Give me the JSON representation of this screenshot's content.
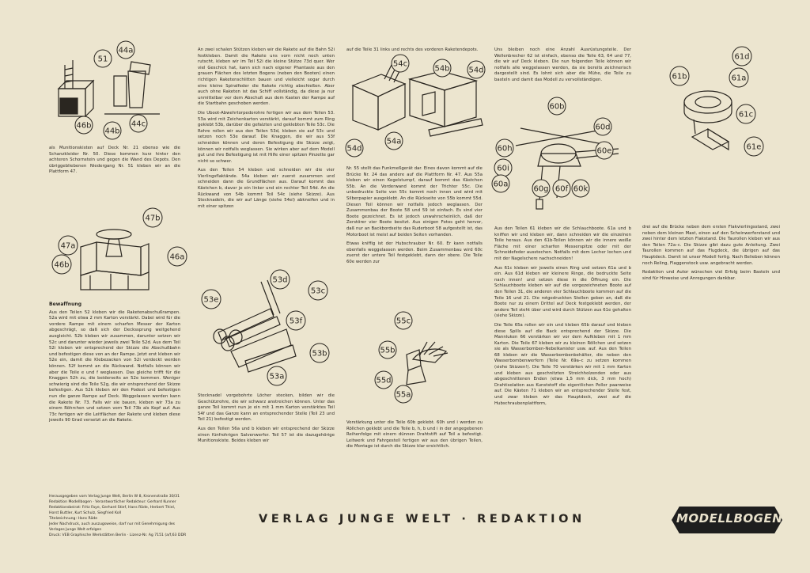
{
  "columns": {
    "c1a": [
      "als Munitionskisten auf Deck Nr. 21 ebenso wie die Schanzkleider Nr. 50. Diese kommen kurz hinter den achteren Schornstein und gegen die Wand des Depots. Den übriggebliebenen Niedergang Nr. 51 kleben wir an die Plattform 47."
    ],
    "c1b_heading": "Bewaffnung",
    "c1b": [
      "Aus den Teilen 52 kleben wir die Raketenabschußrampen. 52a wird mit etwa 2 mm Karton verstärkt. Dabei wird für die vordere Rampe mit einem scharfen Messer der Karton abgeschrägt, so daß sich der Deckssprung weitgehend ausgleicht. 52b kleben wir zusammen, darunter setzen wir 52c und darunter wieder jeweils zwei Teile 52d. Aus dem Teil 52i kleben wir entsprechend der Skizze die Abschußbahn und befestigen diese von an der Rampe. Jetzt erst kleben wir 52e ein, damit die Klebezacken von 52i verdeckt werden können. 52f kommt an die Rückwand. Notfalls können wir aber die Teile e und f weglassen. Das gleiche trifft für die Knaggen 52h zu, die beiderseits an 52e kommen. Weniger schwierig sind die Teile 52g, die wir entsprechend der Skizze befestigen. Aus 52k kleben wir den Podest und befestigen nun die ganze Rampe auf Deck. Weggelassen werden kann die Rakete Nr. 73. Falls wir sie bauen, kleben wir 73a zu einem Röhrchen und setzen vorn Teil 73b als Kopf auf. Aus 73c fertigen wir die Leitflächen der Rakete und kleben diese jeweils 90 Grad versetzt an die Rakete."
    ],
    "c2a": [
      "An zwei schalen Stützen kleben wir die Rakete auf die Bahn 52i festkleben. Damit die Rakete uns vorn nicht noch unten rutscht, kleben wir im Teil 52i die kleine Stütze 73d quer. Wer viel Geschick hat, kann sich nach eigener Phantasie aus den grauen Flächen des letzten Bogens (neben den Booten) einen richtigen Raketenschlitten bauen und vielleicht sogar durch eine kleine Spiralfeder die Rakete richtig abschießen. Aber auch ohne Raketen ist das Schiff vollständig, da diese ja nur unmittelbar vor dem Abschuß aus dem Kasten der Rampe auf die Startbahn geschoben werden.",
      "Die Uboot-Abwehrtorpedorohre fertigen wir aus dem Teilen 53. 53a wird mit Zeichenkarton verstärkt, darauf kommt zum Ring geklebt 53b, darüber die gefalzten und geklebten Teile 53c. Die Rohre rollen wir aus den Teilen 53d, kleben sie auf 53c und setzen noch 53e darauf. Die Knaggen, die wir aus 53f schneiden können und deren Befestigung die Skizze zeigt, können wir notfalls weglassen. Sie wirken aber auf dem Modell gut und ihre Befestigung ist mit Hilfe einer spitzen Pinzette gar nicht so schwer.",
      "Aus den Teilen 54 kleben und schneiden wir die vier Vierlingsflaktände. 54a kleben wir zuerst zusammen und schneiden dann die Grundflächen aus. Darauf kommt das Kästchen b, davor je ein linker und ein rechter Teil 54d. An die Rückwand von 54b kommt Teil 54c (siehe Skizze). Aus Stecknadeln, die wir auf Länge (siehe 54el) abkneifen und in mit einer spitzen"
    ],
    "c2b": [
      "Stecknadel vorgebohrte Löcher stecken, bilden wir die Geschützrohre, die wir schwarz anstreichen können. Unter das ganze Teil kommt nun je ein mit 1 mm Karton verstärktes Teil 54f und das Ganze kann an entsprechender Stelle (Teil 23 und Teil 21) befestigt werden.",
      "Aus den Teilen 56a und b kleben wir entsprechend der Skizze einen fünfrohrigen Salvenwerfer. Teil 57 ist die dazugehörige Munitionskiste. Beides kleben wir"
    ],
    "c3a": [
      "auf die Teile 31 links und rechts des vorderen Raketendepots."
    ],
    "c3b": [
      "Nr. 55 stellt das Funkmeßgerät dar. Eines davon kommt auf die Brücke Nr. 24 das andere auf die Plattform Nr. 47. Aus 55a kleben wir einen Kegelstumpf, darauf kommt das Kästchen 55b. An die Vorderwand kommt der Trichter 55c. Die unbedruckte Seite von 55c kommt noch innen und wird mit Silberpapier ausgeklebt. An die Rückseite von 55b kommt 55d. Diesen Teil können wir notfalls jedoch weglassen. Der Zusammenbau der Boote 58 und 59 ist einfach. Es sind vier Boote gezeichnet. Es ist jedoch unwahrscheinlich, daß der Zerstörer vier Boote besitzt. Aus einigen Fotos geht hervor, daß nur an Backbordseite das Ruderboot 58 aufgestellt ist, das Motorboot ist meist auf beiden Seiten vorhanden.",
      "Etwas kniffig ist der Hubschrauber Nr. 60. Er kann notfalls ebenfalls weggelassen werden. Beim Zusammenbau wird 60c zuerst der untere Teil festgeklebt, dann der obere. Die Teile 60e werden zur"
    ],
    "c3c": [
      "Verstärkung unter die Teile 60b geklebt. 60h und i werden zu Röllchen geklebt und die Teile b, h, b und i in der angegebenen Reihenfolge mit einem dünnen Drahtstift auf Teil a befestigt. Leitwerk und Fahrgestell fertigen wir aus den übrigen Teilen, die Montage ist durch die Skizze klar ersichtlich."
    ],
    "c4a": [
      "Uns bleiben noch eine Anzahl Ausrüstungsteile. Der Wellenbrecher 62 ist einfach, ebenso die Teile 63, 64 und 77, die wir auf Deck kleben. Die nun folgenden Teile können wir notfalls alle weggelassen werden, da sie bereits zeichnerisch dargestellt sind. Es lohnt sich aber die Mühe, die Teile zu basteln und damit das Modell zu vervollständigen."
    ],
    "c4b": [
      "Aus den Teilen 61 kleben wir die Schlauchboote. 61a und b kniffen wir und kleben wir, dann schneiden wir die einzelnen Teile heraus. Aus den 61b-Teilen können wir die innere weiße Fläche mit einer scharfen Messerspitze oder mit der Schneidefeder ausstechen. Notfalls mit dem Locher lochen und mit der Nagelschere nachschneiden!",
      "Aus 61c kleben wir jeweils einen Ring und setzen 61a und b ein. Aus 61d kleben wir kleinere Ringe, die bedruckte Seite nach innen! und setzen diese in die Öffnung ein. Die Schlauchboote kleben wir auf die vorgezeichneten Boote auf den Teilen 31, die anderen vier Schlauchboote kommen auf die Teile 16 und 21. Die rotgedruckten Stellen geben an, daß die Boote nur zu einem Drittel auf Deck festgeklebt werden, der andere Teil steht über und wird durch Stützen aus 61e gehalten (siehe Skizze).",
      "Die Teile 65a rollen wir ein und kleben 65b darauf und kleben diese Spills auf die Back entsprechend der Skizze. Die Mannluken 66 verstärken wir vor dem Aufkleben mit 1 mm Karton. Die Teile 67 kleben wir zu kleinen Röllchen und setzen sie als Wasserbomben-Nebelkanister usw. auf. Aus den Teilen 68 kleben wir die Wasserbombenbehälter, die neben den Wasserbombenwerfern (Teile Nr. 69a–c zu setzen kommen (siehe Skizzen!). Die Teile 70 verstärken wir mit 1 mm Karton und kleben aus geschnitzten Streichholzenden oder aus abgeschnittenen Enden (etwa 1,5 mm dick, 3 mm hoch) Drahtisolation aus Kunststoff die eigentlichen Poller paarweise auf. Die Kästen 71 kleben wir an entsprechender Stelle fest, und zwar kleben wir das Hauptdeck, zwei auf die Hubschraubenplattform,"
    ],
    "c5": [
      "drei auf die Brücke neben dem ersten Flakvierlingsstand, zwei neben dem kleinen Mast, einen auf den Scheinwerferstand und zwei hinter dem letzten Flakstand. Die Taurollen kleben wir aus den Teilen 72a–c. Die Skizze gibt dazu gute Anleitung. Zwei Taurollen kommen auf das Flugdeck, die übrigen auf das Hauptdeck. Damit ist unser Modell fertig. Nach Belieben können noch Reling, Flaggenstock usw. angebracht werden.",
      "Redaktion und Autor wünschen viel Erfolg beim Basteln und sind für Hinweise und Anregungen dankbar."
    ]
  },
  "figures": {
    "f1": [
      "51",
      "44a",
      "46b",
      "44b",
      "44c"
    ],
    "f2": [
      "47b",
      "47a",
      "46b",
      "46a"
    ],
    "f3": [
      "53e",
      "53d",
      "53c",
      "53f",
      "53b",
      "53a"
    ],
    "f4": [
      "54c",
      "54b",
      "54d",
      "54d",
      "54a"
    ],
    "f5": [
      "55c",
      "55b",
      "55d",
      "55a"
    ],
    "f6": [
      "60b",
      "60d",
      "60e",
      "60h",
      "60i",
      "60a",
      "60g",
      "60f",
      "60k"
    ],
    "f7": [
      "61b",
      "61d",
      "61a",
      "61c",
      "61e"
    ]
  },
  "footer": {
    "imprint": [
      "Herausgegeben vom Verlag Junge Welt, Berlin W 8, Kronenstraße 30/31",
      "Redaktion Modellbogen · Verantwortlicher Redakteur: Gerhard Kunner",
      "Redaktionsbeirat: Fritz Faye, Gerhard Stief, Hans Räde, Herbert Thiel,",
      "Horst Buttler, Kurt Schulz, Siegfried Koll",
      "Titelzeichnung: Hans Räde",
      "Jeder Nachdruck, auch auszugsweise, darf nur mit Genehmigung des",
      "Verlages Junge Welt erfolgen",
      "Druck: VEB Graphische Werkstätten Berlin · Lizenz-Nr. Ag 7151 (a/f,63 DDR"
    ],
    "banner": "VERLAG JUNGE WELT · REDAKTION",
    "logo": "MODELLBOGEN"
  }
}
